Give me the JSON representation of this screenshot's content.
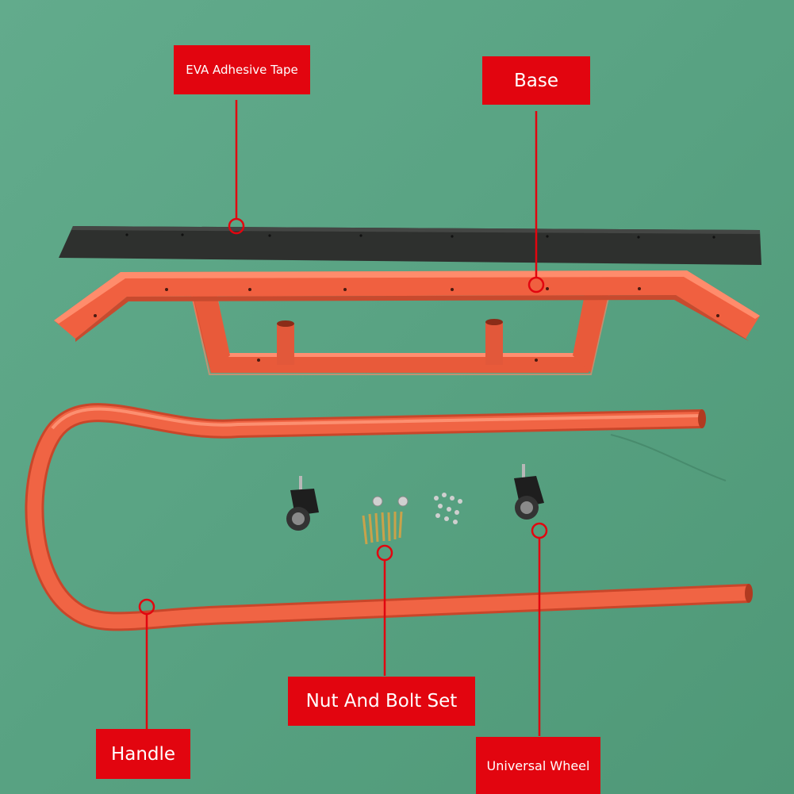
{
  "labels": {
    "eva_tape": "EVA Adhesive Tape",
    "base": "Base",
    "nut_bolt": "Nut And Bolt Set",
    "handle": "Handle",
    "wheel": "Universal Wheel"
  },
  "colors": {
    "background": "#5aa383",
    "part_orange": "#f06040",
    "tape_black": "#2e302e",
    "label_red": "#e2050f",
    "label_text": "#ffffff",
    "hardware_brass": "#c9a24a",
    "wheel_dark": "#222222"
  }
}
